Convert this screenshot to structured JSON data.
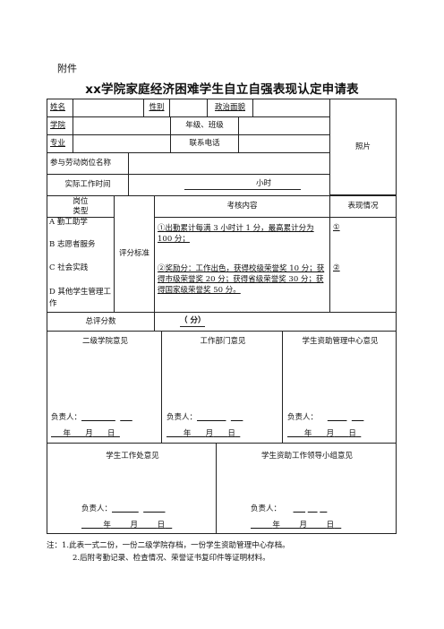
{
  "attachment_label": "附件",
  "title": "xx学院家庭经济困难学生自立自强表现认定申请表",
  "form": {
    "name_label": "姓名",
    "gender_label": "性别",
    "political_label": "政治面貌",
    "college_label": "学院",
    "grade_class_label": "年级、班级",
    "major_label": "专业",
    "phone_label": "联系电话",
    "photo_label": "照片",
    "job_name_label": "参与劳动岗位名称",
    "work_time_label": "实际工作时间",
    "work_time_unit": "小时",
    "post_type_label": "岗位\n类型",
    "criteria_label": "评分标准",
    "content_label": "考核内容",
    "performance_label": "表现情况",
    "post_types": [
      "A 勤工助学",
      "B 志愿者服务",
      "C 社会实践",
      "D 其他学生管理工作"
    ],
    "criterion_1": "①出勤累计每满 3 小时计 1 分，最高累计分为 100 分；",
    "criterion_2": "②奖励分：工作出色，获得校级荣誉奖 10 分；获得市级荣誉奖 20 分；获得省级荣誉奖 30 分；获得国家级荣誉奖 50 分。",
    "performance_1": "①",
    "performance_2": "②",
    "total_score_label": "总评分数",
    "total_score_value": "（          分）",
    "college_opinion": "二级学院意见",
    "dept_opinion": "工作部门意见",
    "aid_center_opinion": "学生资助管理中心意见",
    "student_affairs_opinion": "学生工作处意见",
    "aid_leading_group_opinion": "学生资助工作领导小组意见",
    "responsible_person": "负责人：",
    "date_year": "年",
    "date_month": "月",
    "date_day": "日"
  },
  "notes": [
    "注：1.此表一式二份，一份二级学院存档，一份学生资助管理中心存档。",
    "2.后附考勤记录、检查情况、荣誉证书复印件等证明材料。"
  ]
}
